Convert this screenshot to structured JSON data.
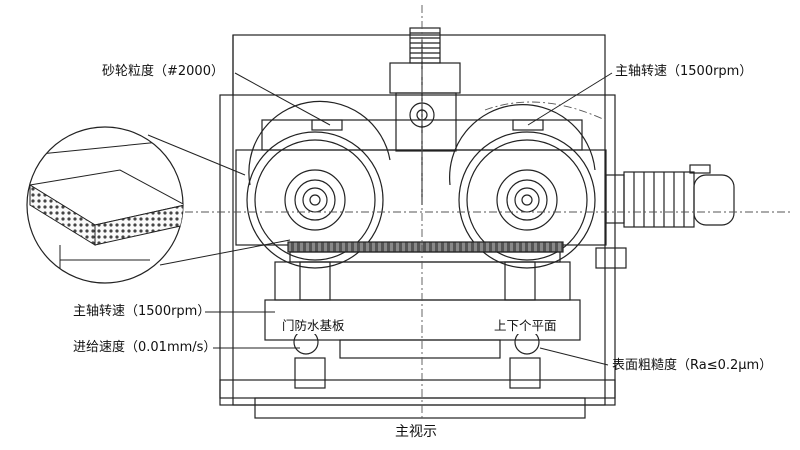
{
  "labels": {
    "grit": "砂轮粒度（#2000）",
    "spindle_speed_top": "主轴转速（1500rpm）",
    "spindle_speed_left": "主轴转速（1500rpm）",
    "feed_speed": "进给速度（0.01mm/s）",
    "workpiece": "门防水基板",
    "faces": "上下个平面",
    "roughness": "表面粗糙度（Ra≤0.2μm）",
    "view": "主视示"
  }
}
